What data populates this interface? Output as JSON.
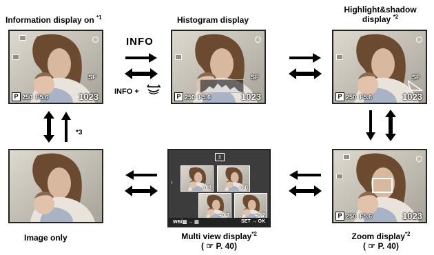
{
  "labels": {
    "info_on": "Information display on",
    "info_on_note": "*1",
    "histogram": "Histogram display",
    "highlight_line1": "Highlight&shadow",
    "highlight_line2": "display",
    "highlight_note": "*2",
    "image_only": "Image only",
    "multi_view": "Multi view display",
    "multi_view_note": "*2",
    "multi_view_ref": "( ☞ P. 40)",
    "zoom": "Zoom display",
    "zoom_note": "*2",
    "zoom_ref": "( ☞ P. 40)"
  },
  "controls": {
    "info_button": "INFO",
    "info_plus": "INFO +",
    "note3": "*3"
  },
  "screen_overlay": {
    "mode": "P",
    "shutter": "250",
    "aperture": "F5.6",
    "count": "1023",
    "quality": "SF"
  },
  "multi_view": {
    "values": [
      "-0.3",
      "0.0",
      "+0.3",
      "+0.7"
    ],
    "footer_left": "WB/▧ → ▤",
    "footer_right": "SET → OK"
  }
}
